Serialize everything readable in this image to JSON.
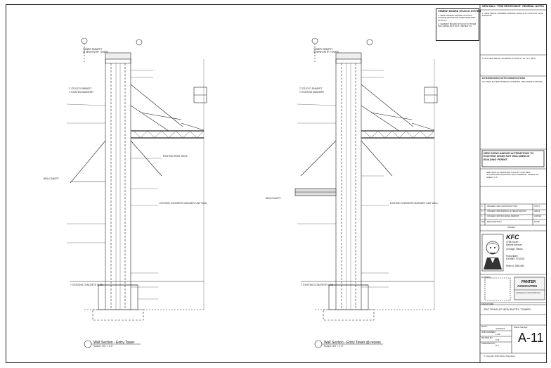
{
  "sheet": {
    "left_title": "Wall Section - Entry Tower",
    "right_title": "Wall Section - Entry Tower @ recess",
    "left_scale": "SCALE: 3/4\" = 1'-0\"",
    "right_scale": "SCALE: 3/4\" = 1'-0\""
  },
  "left_labels": {
    "top1": "TOWER PARAPET",
    "top2": "@ NEW ENTRY TOWER",
    "cb1": "T. STUCCO PARAPET",
    "cb2": "T. EXISTING MASONRY",
    "canopy": "NEW CANOPY",
    "slab": "T. EXISTING CONCRETE SLAB",
    "roofdeck": "EXISTING ROOF DECK",
    "existingwall": "EXISTING CONCRETE MASONRY UNIT WALL"
  },
  "right_labels": {
    "top1": "TOWER PARAPET",
    "top2": "@ NEW ENTRY TOWER",
    "cb1": "T. STUCCO PARAPET",
    "cb2": "T. EXISTING MASONRY",
    "canopy": "NEW CANOPY",
    "slab": "T. EXISTING CONCRETE SLAB",
    "existingwall": "EXISTING CONCRETE MASONRY UNIT WALL"
  },
  "notes": {
    "cement_title": "CEMENT BOARD STUCCO SYSTEM",
    "cement_1": "1. NEW CEMENT BOARD STUCCO SYSTEM INSTALLED OVER EXISTING STUCCO",
    "cement_2": "2. CEMENT BOARD STUCCO SYSTEM INCLUDING BUT NOT LIMITED TO",
    "fire_title": "NEW WALL \"FIRE RESISTANCE\" GENERAL NOTES",
    "fire_1": "1. NEW METAL FRAMED PARAPET WALLS IN CONTACT WITH EXISTING",
    "fire_2": "2. ALL NEW METAL FRAMING STUDS AT 16\" O.C. MAX.",
    "ext_title": "EXTERIOR BRICK EXTRA MODIFICATIONS",
    "ext_1": "ALL NEW EXTERIOR BRICK STRIPING AND MODIFICATIONS",
    "permit_note": "NEW SIGNS AND/OR ALTERATIONS TO EXISTING SIGNS NOT INCLUDED IN BUILDING PERMIT.",
    "canopy_note": "SEE NEW ILLUMINATED CANOPY AND NEW ILLUMINATED BUILDING SIGN GENERAL NOTES ON SHEET A-8"
  },
  "revisions": {
    "rows": [
      {
        "no": "3",
        "desc": "ISSUED FOR CONSTRUCTION",
        "date": "3/7/17"
      },
      {
        "no": "2",
        "desc": "ISSUED FOR BIDDING & NEGOTIATION",
        "date": "4/6/16"
      },
      {
        "no": "1",
        "desc": "ISSUED FOR BUILDING PERMIT",
        "date": "3/15/16"
      }
    ],
    "header_no": "NO.",
    "header_desc": "DESCRIPTION",
    "header_date": "DATE",
    "issues_label": "ISSUES"
  },
  "client": {
    "brand": "KFC",
    "address1": "4758 South",
    "address2": "Kedzie Avenue",
    "city": "Chicago, Illinois",
    "franchisee_label": "Franchisee",
    "franchisee": "EXHIBIT FOODS",
    "store": "Store # J355-053"
  },
  "architect": {
    "name1": "PANTER",
    "name2": "ASSOCIATES",
    "address": "Architecture Interiors Planning",
    "stamp_label": "EXPIRES:",
    "signed_label": "SIGNATURE:"
  },
  "sheet_info": {
    "title": "SECTIONS AT NEW ENTRY TOWER",
    "date_label": "DATE:",
    "date": "4/19/2015",
    "job_label": "JOB NUMBER:",
    "job": "1720",
    "drawn_label": "DRAWN BY:",
    "drawn": "K.B.",
    "checked_label": "CHECKED BY:",
    "checked": "D.P.",
    "sheet_number_label": "Sheet Number:",
    "sheet_number": "A-11",
    "copyright": "© Copyright 2016 Panter Associates"
  }
}
